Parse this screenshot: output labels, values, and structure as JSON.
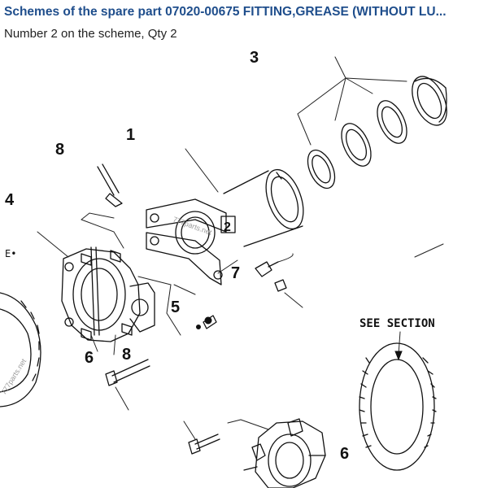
{
  "header": {
    "title": "Schemes of the spare part 07020-00675 FITTING,GREASE (WITHOUT LU...",
    "subtitle": "Number 2 on the scheme, Qty 2"
  },
  "diagram": {
    "callouts": {
      "c1": "1",
      "c2": "2",
      "c3": "3",
      "c4": "4",
      "c5": "5",
      "c6a": "6",
      "c6b": "6",
      "c7": "7",
      "c8a": "8",
      "c8b": "8",
      "e_mark": "E•"
    },
    "section_label": "SEE SECTION",
    "watermark_a": "777parts.net",
    "watermark_b": "777parts.net"
  }
}
